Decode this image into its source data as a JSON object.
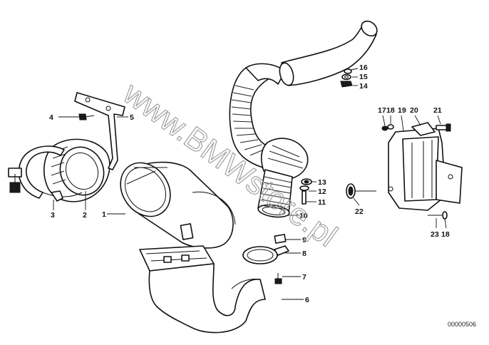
{
  "watermark": "www.BMWstore.pl",
  "document_number": "00000506",
  "callouts": [
    {
      "id": "c1",
      "label": "1"
    },
    {
      "id": "c2",
      "label": "2"
    },
    {
      "id": "c3",
      "label": "3"
    },
    {
      "id": "c4",
      "label": "4"
    },
    {
      "id": "c5",
      "label": "5"
    },
    {
      "id": "c6",
      "label": "6"
    },
    {
      "id": "c7",
      "label": "7"
    },
    {
      "id": "c8",
      "label": "8"
    },
    {
      "id": "c9",
      "label": "9"
    },
    {
      "id": "c10",
      "label": "10"
    },
    {
      "id": "c11",
      "label": "11"
    },
    {
      "id": "c12",
      "label": "12"
    },
    {
      "id": "c13",
      "label": "13"
    },
    {
      "id": "c14",
      "label": "14"
    },
    {
      "id": "c15",
      "label": "15"
    },
    {
      "id": "c16",
      "label": "16"
    },
    {
      "id": "c17",
      "label": "17"
    },
    {
      "id": "c18a",
      "label": "18"
    },
    {
      "id": "c19",
      "label": "19"
    },
    {
      "id": "c20",
      "label": "20"
    },
    {
      "id": "c21",
      "label": "21"
    },
    {
      "id": "c22",
      "label": "22"
    },
    {
      "id": "c23",
      "label": "23"
    },
    {
      "id": "c18b",
      "label": "18"
    }
  ]
}
